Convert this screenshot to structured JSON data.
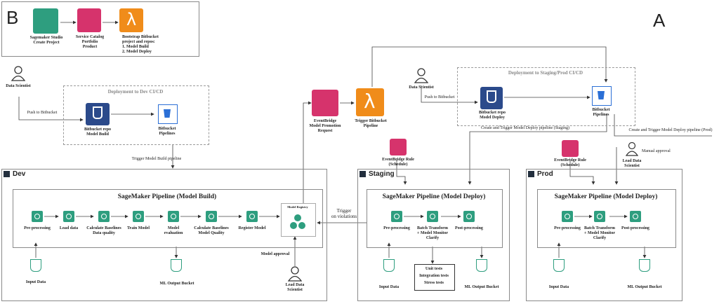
{
  "letters": {
    "b": "B",
    "a": "A"
  },
  "panel_b": {
    "studio": "Sagemaker Studio\nCreate Project",
    "catalog": "Service Catalog\nPortfolio\nProduct",
    "lambda": "Bootstrap Bitbucket\nproject and repos:\n1. Model Build\n2. Model Deploy"
  },
  "people": {
    "ds_left": "Data Scientist",
    "ds_mid": "Data Scientist",
    "lead_dev": "Lead Data\nScientist",
    "lead_prod": "Lead Data\nScientist"
  },
  "dev_cicd": {
    "title": "Deployment to Dev CI/CD",
    "push": "Push to Bitbucket",
    "repo": "Bitbucket repo\nModel Build",
    "pipelines": "Bitbucket\nPipelines",
    "trigger": "Trigger Model Build pipeline"
  },
  "stage_cicd": {
    "title": "Deployment to Staging/Prod CI/CD",
    "push": "Push to Bitbucket",
    "repo": "Bitbucket repo\nModel Deploy",
    "pipelines": "Bitbucket\nPipelines",
    "create_staging": "Create and Trigger Model Deploy pipeline (Staging)",
    "create_prod": "Create and Trigger Model Deploy pipeline (Prod)"
  },
  "middle": {
    "eventbridge": "EventBridge\nModel Promotion\nRequest",
    "trigger_lambda": "Trigger Bitbucket\nPipeline",
    "rule_staging": "EventBridge Rule\n(Schedule)",
    "rule_prod": "EventBridge Rule\n(Schedule)",
    "manual": "Manual approval",
    "trigger_viol": "Trigger\non violations",
    "model_approval": "Model approval"
  },
  "dev": {
    "env": "Dev",
    "pipeline": "SageMaker Pipeline (Model Build)",
    "steps": [
      "Pre-processing",
      "Load data",
      "Calculate Baselines\nData quality",
      "Train Model",
      "Model\nevaluation",
      "Calculate Baselines\nModel Quality",
      "Register Model"
    ],
    "registry": "Model Registry",
    "input": "Input Data",
    "output": "ML Output Bucket"
  },
  "staging": {
    "env": "Staging",
    "pipeline": "SageMaker Pipeline (Model Deploy)",
    "steps": [
      "Pre-processing",
      "Batch Transform\n+ Model Monitor\nClarify",
      "Post-processing"
    ],
    "input": "Input Data",
    "output": "ML Output Bucket",
    "tests": [
      "Unit tests",
      "Integration tests",
      "Stress tests"
    ]
  },
  "prod": {
    "env": "Prod",
    "pipeline": "SageMaker Pipeline (Model Deploy)",
    "steps": [
      "Pre-processing",
      "Batch Transform\n+ Model Monitor\nClarify",
      "Post-processing"
    ],
    "input": "Input Data",
    "output": "ML Output Bucket"
  }
}
